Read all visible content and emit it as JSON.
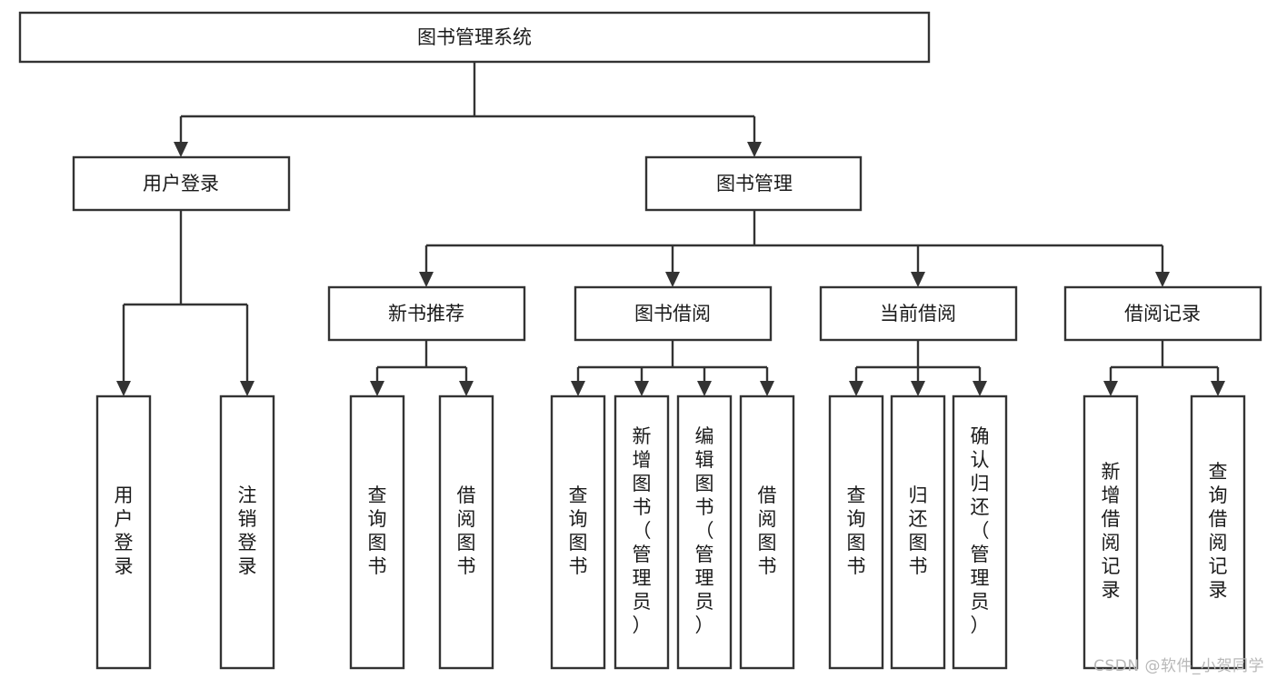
{
  "diagram": {
    "title": "图书管理系统",
    "type": "tree",
    "watermark": "CSDN @软件_小贺同学",
    "colors": {
      "stroke": "#333333",
      "fill": "#ffffff",
      "text": "#1a1a1a",
      "watermark": "#b8b8b8",
      "background": "#ffffff"
    },
    "root": {
      "id": "root",
      "label": "图书管理系统",
      "orientation": "horizontal"
    },
    "level2": [
      {
        "id": "user-login",
        "label": "用户登录",
        "orientation": "horizontal"
      },
      {
        "id": "book-manage",
        "label": "图书管理",
        "orientation": "horizontal"
      }
    ],
    "level3": [
      {
        "id": "new-book-recommend",
        "label": "新书推荐",
        "orientation": "horizontal",
        "parent": "book-manage"
      },
      {
        "id": "book-borrow",
        "label": "图书借阅",
        "orientation": "horizontal",
        "parent": "book-manage"
      },
      {
        "id": "current-borrow",
        "label": "当前借阅",
        "orientation": "horizontal",
        "parent": "book-manage"
      },
      {
        "id": "borrow-record",
        "label": "借阅记录",
        "orientation": "horizontal",
        "parent": "book-manage"
      }
    ],
    "leaves": [
      {
        "id": "leaf-user-login",
        "label": "用户登录",
        "orientation": "vertical",
        "parent": "user-login"
      },
      {
        "id": "leaf-user-logout",
        "label": "注销登录",
        "orientation": "vertical",
        "parent": "user-login"
      },
      {
        "id": "leaf-query-book-1",
        "label": "查询图书",
        "orientation": "vertical",
        "parent": "new-book-recommend"
      },
      {
        "id": "leaf-borrow-book-1",
        "label": "借阅图书",
        "orientation": "vertical",
        "parent": "new-book-recommend"
      },
      {
        "id": "leaf-query-book-2",
        "label": "查询图书",
        "orientation": "vertical",
        "parent": "book-borrow"
      },
      {
        "id": "leaf-add-book",
        "label": "新增图书（管理员）",
        "orientation": "vertical",
        "parent": "book-borrow"
      },
      {
        "id": "leaf-edit-book",
        "label": "编辑图书（管理员）",
        "orientation": "vertical",
        "parent": "book-borrow"
      },
      {
        "id": "leaf-borrow-book-2",
        "label": "借阅图书",
        "orientation": "vertical",
        "parent": "book-borrow"
      },
      {
        "id": "leaf-query-book-3",
        "label": "查询图书",
        "orientation": "vertical",
        "parent": "current-borrow"
      },
      {
        "id": "leaf-return-book",
        "label": "归还图书",
        "orientation": "vertical",
        "parent": "current-borrow"
      },
      {
        "id": "leaf-confirm-return",
        "label": "确认归还（管理员）",
        "orientation": "vertical",
        "parent": "current-borrow"
      },
      {
        "id": "leaf-add-record",
        "label": "新增借阅记录",
        "orientation": "vertical",
        "parent": "borrow-record"
      },
      {
        "id": "leaf-query-record",
        "label": "查询借阅记录",
        "orientation": "vertical",
        "parent": "borrow-record"
      }
    ]
  }
}
